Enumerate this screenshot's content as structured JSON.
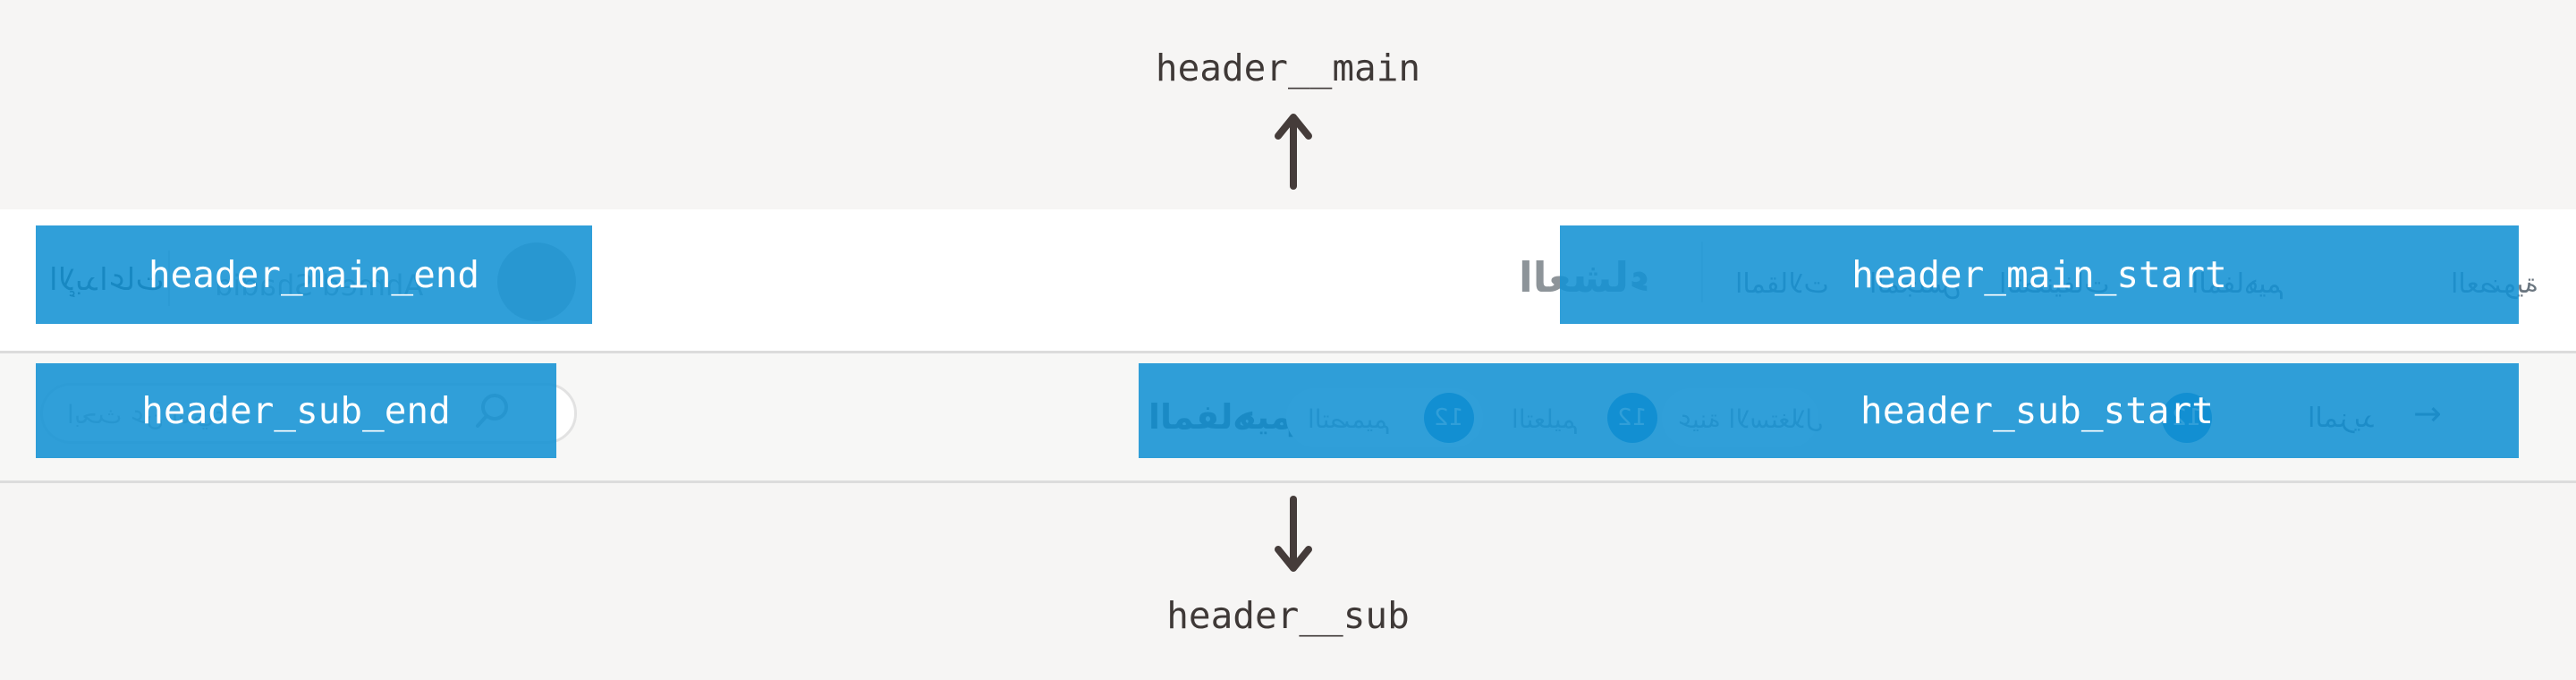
{
  "annotation": {
    "header_main_label": "header__main",
    "header_sub_label": "header__sub",
    "boxes": {
      "main_end": "header_main_end",
      "main_start": "header_main_start",
      "sub_end": "header_sub_end",
      "sub_start": "header_sub_start"
    }
  },
  "site": {
    "account": {
      "word": "الإبداعات",
      "name": "Ahmed Shadid"
    },
    "nav": {
      "active": "العشاء",
      "items": [
        "المقالات",
        "المجلس",
        "التصنيفات",
        "المفاهيم",
        "العضوية"
      ]
    },
    "search": {
      "placeholder": "ابحث عن شيء"
    },
    "steps": {
      "heading": "المفاهيم",
      "items": [
        {
          "label": "التصميم",
          "badge": "12"
        },
        {
          "label": "التعليم",
          "badge": "12"
        },
        {
          "label": "عينة الاستغلال",
          "badge": "12"
        }
      ],
      "extra_badge": "12",
      "more": "المزيد",
      "arrow_glyph": "→"
    }
  },
  "colors": {
    "overlay_blue": "#1392d4",
    "annotation_ink": "#3f3937",
    "band_background": "#f6f5f4",
    "sub_band_background": "#f7f7f6",
    "border_line": "#dcdcdc",
    "badge_blue": "#0e7cc1"
  }
}
